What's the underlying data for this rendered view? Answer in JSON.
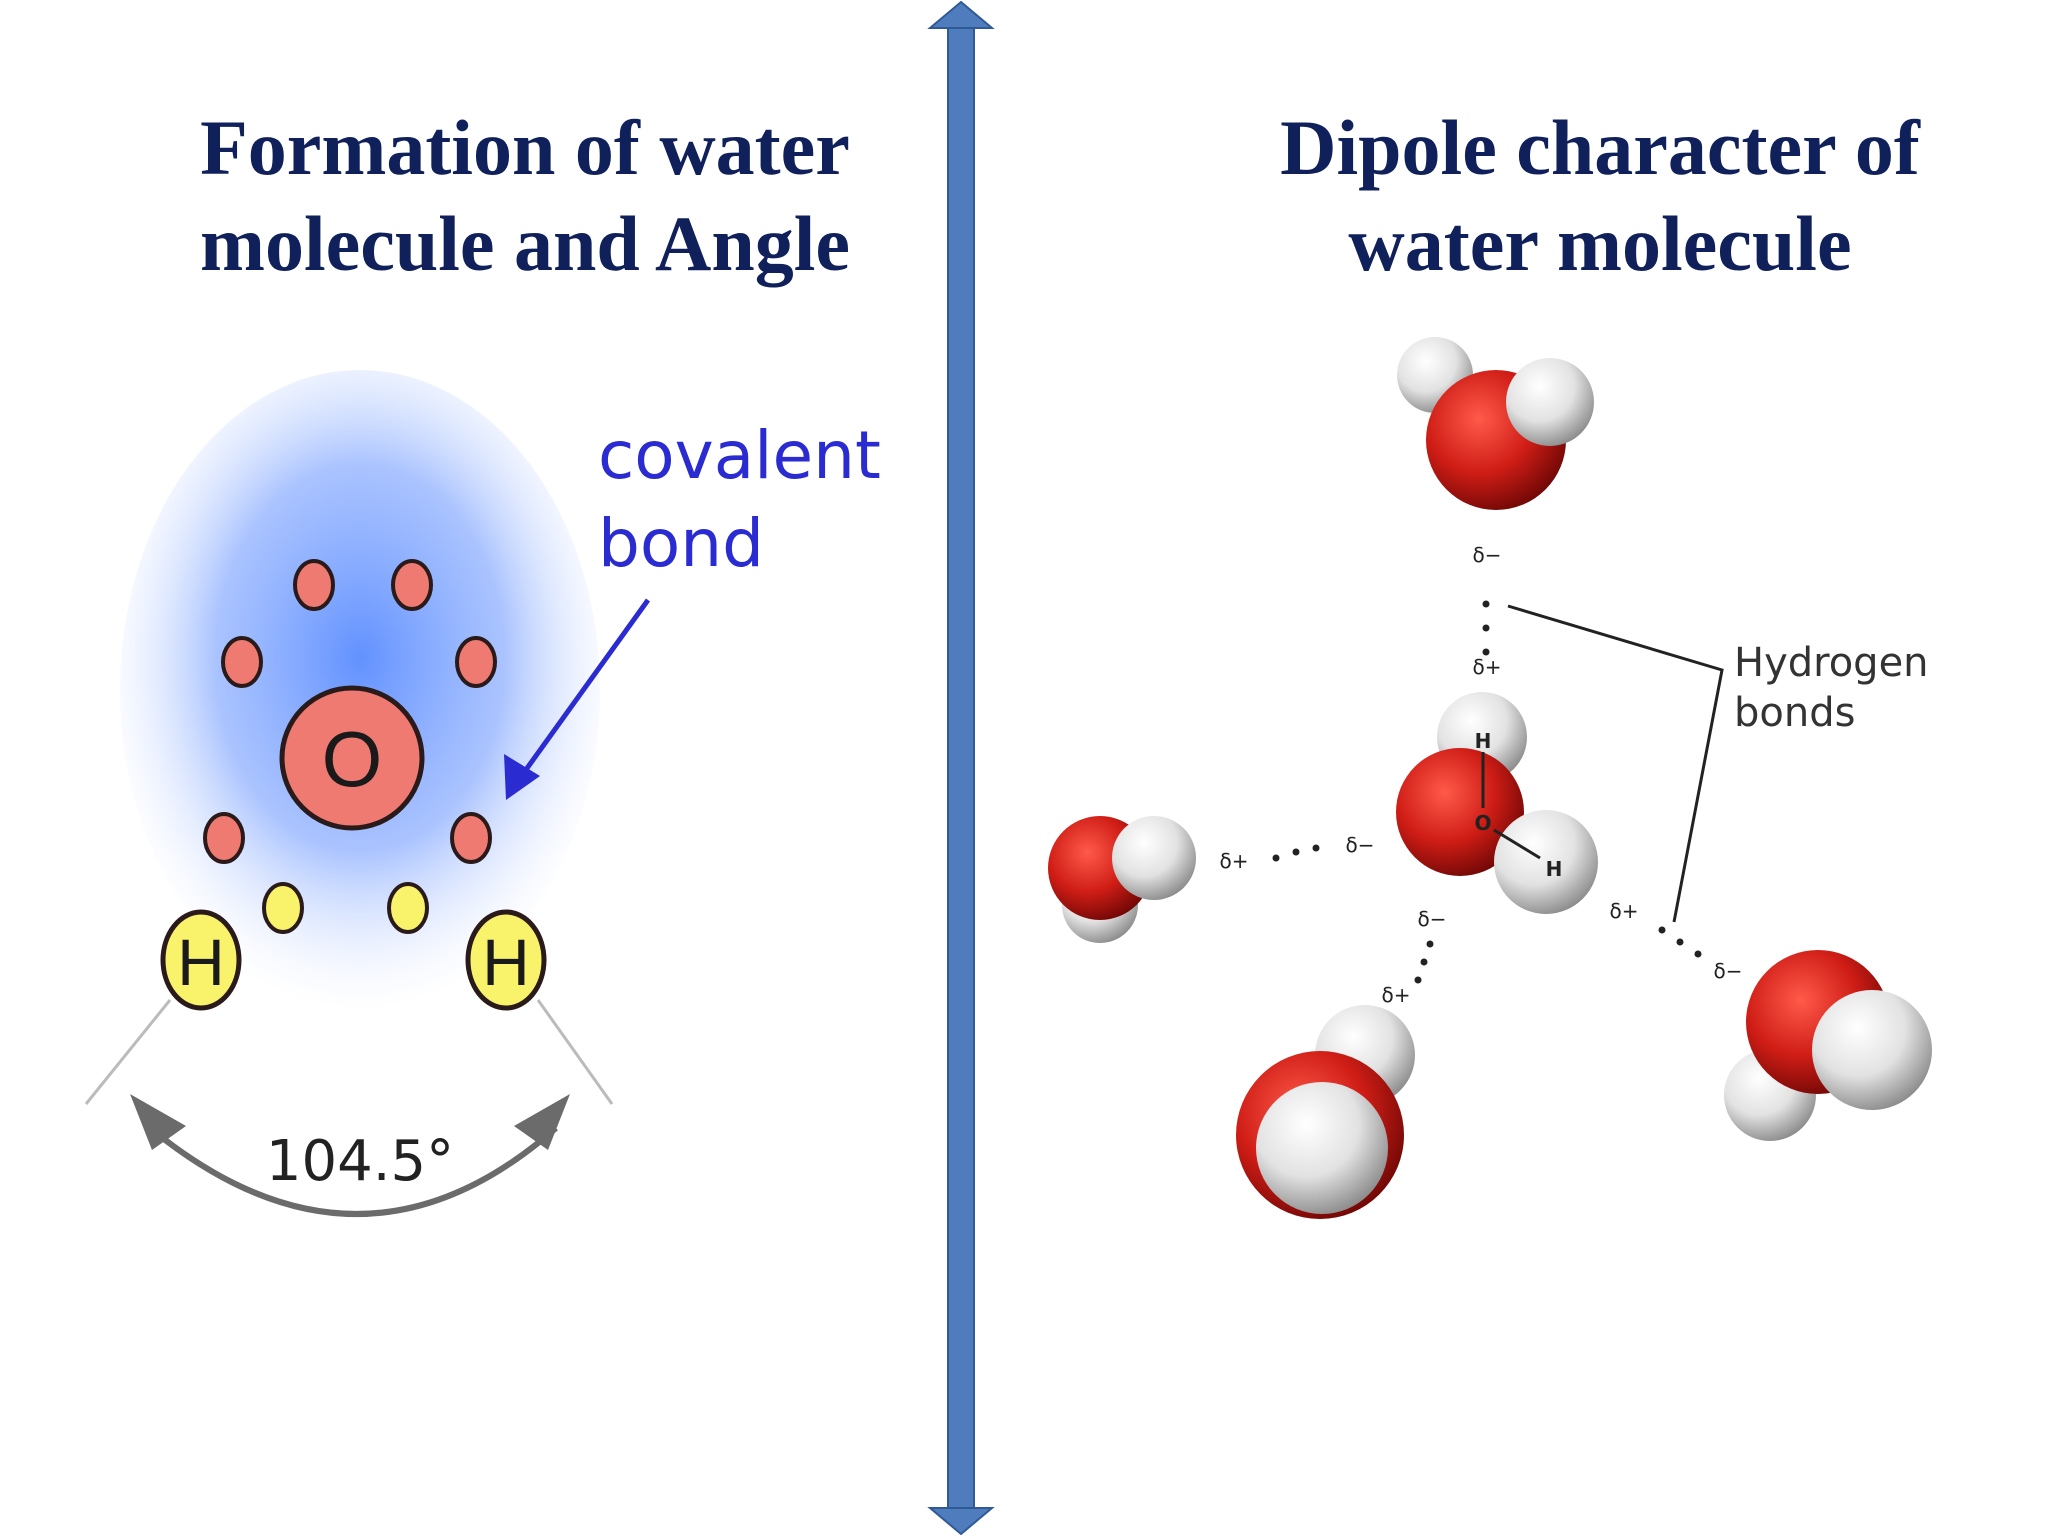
{
  "left": {
    "title": [
      "Formation of water",
      "molecule and Angle"
    ],
    "covalent_label": [
      "covalent",
      "bond"
    ],
    "oxygen_symbol": "O",
    "hydrogen_symbol": "H",
    "angle_label": "104.5°"
  },
  "right": {
    "title": [
      "Dipole character of",
      "water molecule"
    ],
    "hydrogen_bonds_label": [
      "Hydrogen",
      "bonds"
    ],
    "center_h_top": "H",
    "center_o": "O",
    "center_h_right": "H",
    "charges": {
      "top_minus": "δ−",
      "top_plus": "δ+",
      "left_plus": "δ+",
      "left_minus": "δ−",
      "bottom_minus": "δ−",
      "bottom_plus": "δ+",
      "right_plus": "δ+",
      "right_minus": "δ−"
    }
  },
  "colors": {
    "title": "#10205a",
    "divider_arrow": "#4f7cbd",
    "electron_red": "#ef7a72",
    "electron_yellow": "#f8f36a",
    "annotation_blue": "#2a2bd0",
    "oxygen_red": "#cc1f1a",
    "hydrogen_white": "#eeeeee"
  }
}
